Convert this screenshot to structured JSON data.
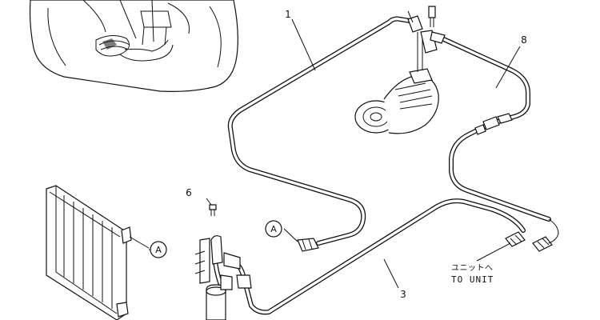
{
  "diagram": {
    "part_labels": [
      {
        "id": "part-1",
        "text": "1"
      },
      {
        "id": "part-3",
        "text": "3"
      },
      {
        "id": "part-6",
        "text": "6"
      },
      {
        "id": "part-8",
        "text": "8"
      }
    ],
    "callouts": [
      {
        "id": "callout-a-left",
        "text": "A"
      },
      {
        "id": "callout-a-right",
        "text": "A"
      }
    ],
    "to_unit_japanese": "ユニットへ",
    "to_unit_english": "TO UNIT"
  }
}
